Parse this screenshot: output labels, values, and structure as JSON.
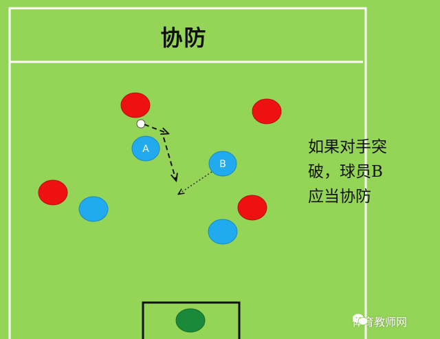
{
  "title": "协防",
  "note": {
    "lines": [
      "如果对手突",
      "破，球员B",
      "应当协防"
    ]
  },
  "players": {
    "a_label": "A",
    "b_label": "B"
  },
  "watermark": "体育教师网",
  "colors": {
    "field": "#94d456",
    "lines": "#ffffff",
    "red_player": "#ee1111",
    "blue_player": "#22aaee",
    "goalkeeper": "#1a8a3a"
  }
}
